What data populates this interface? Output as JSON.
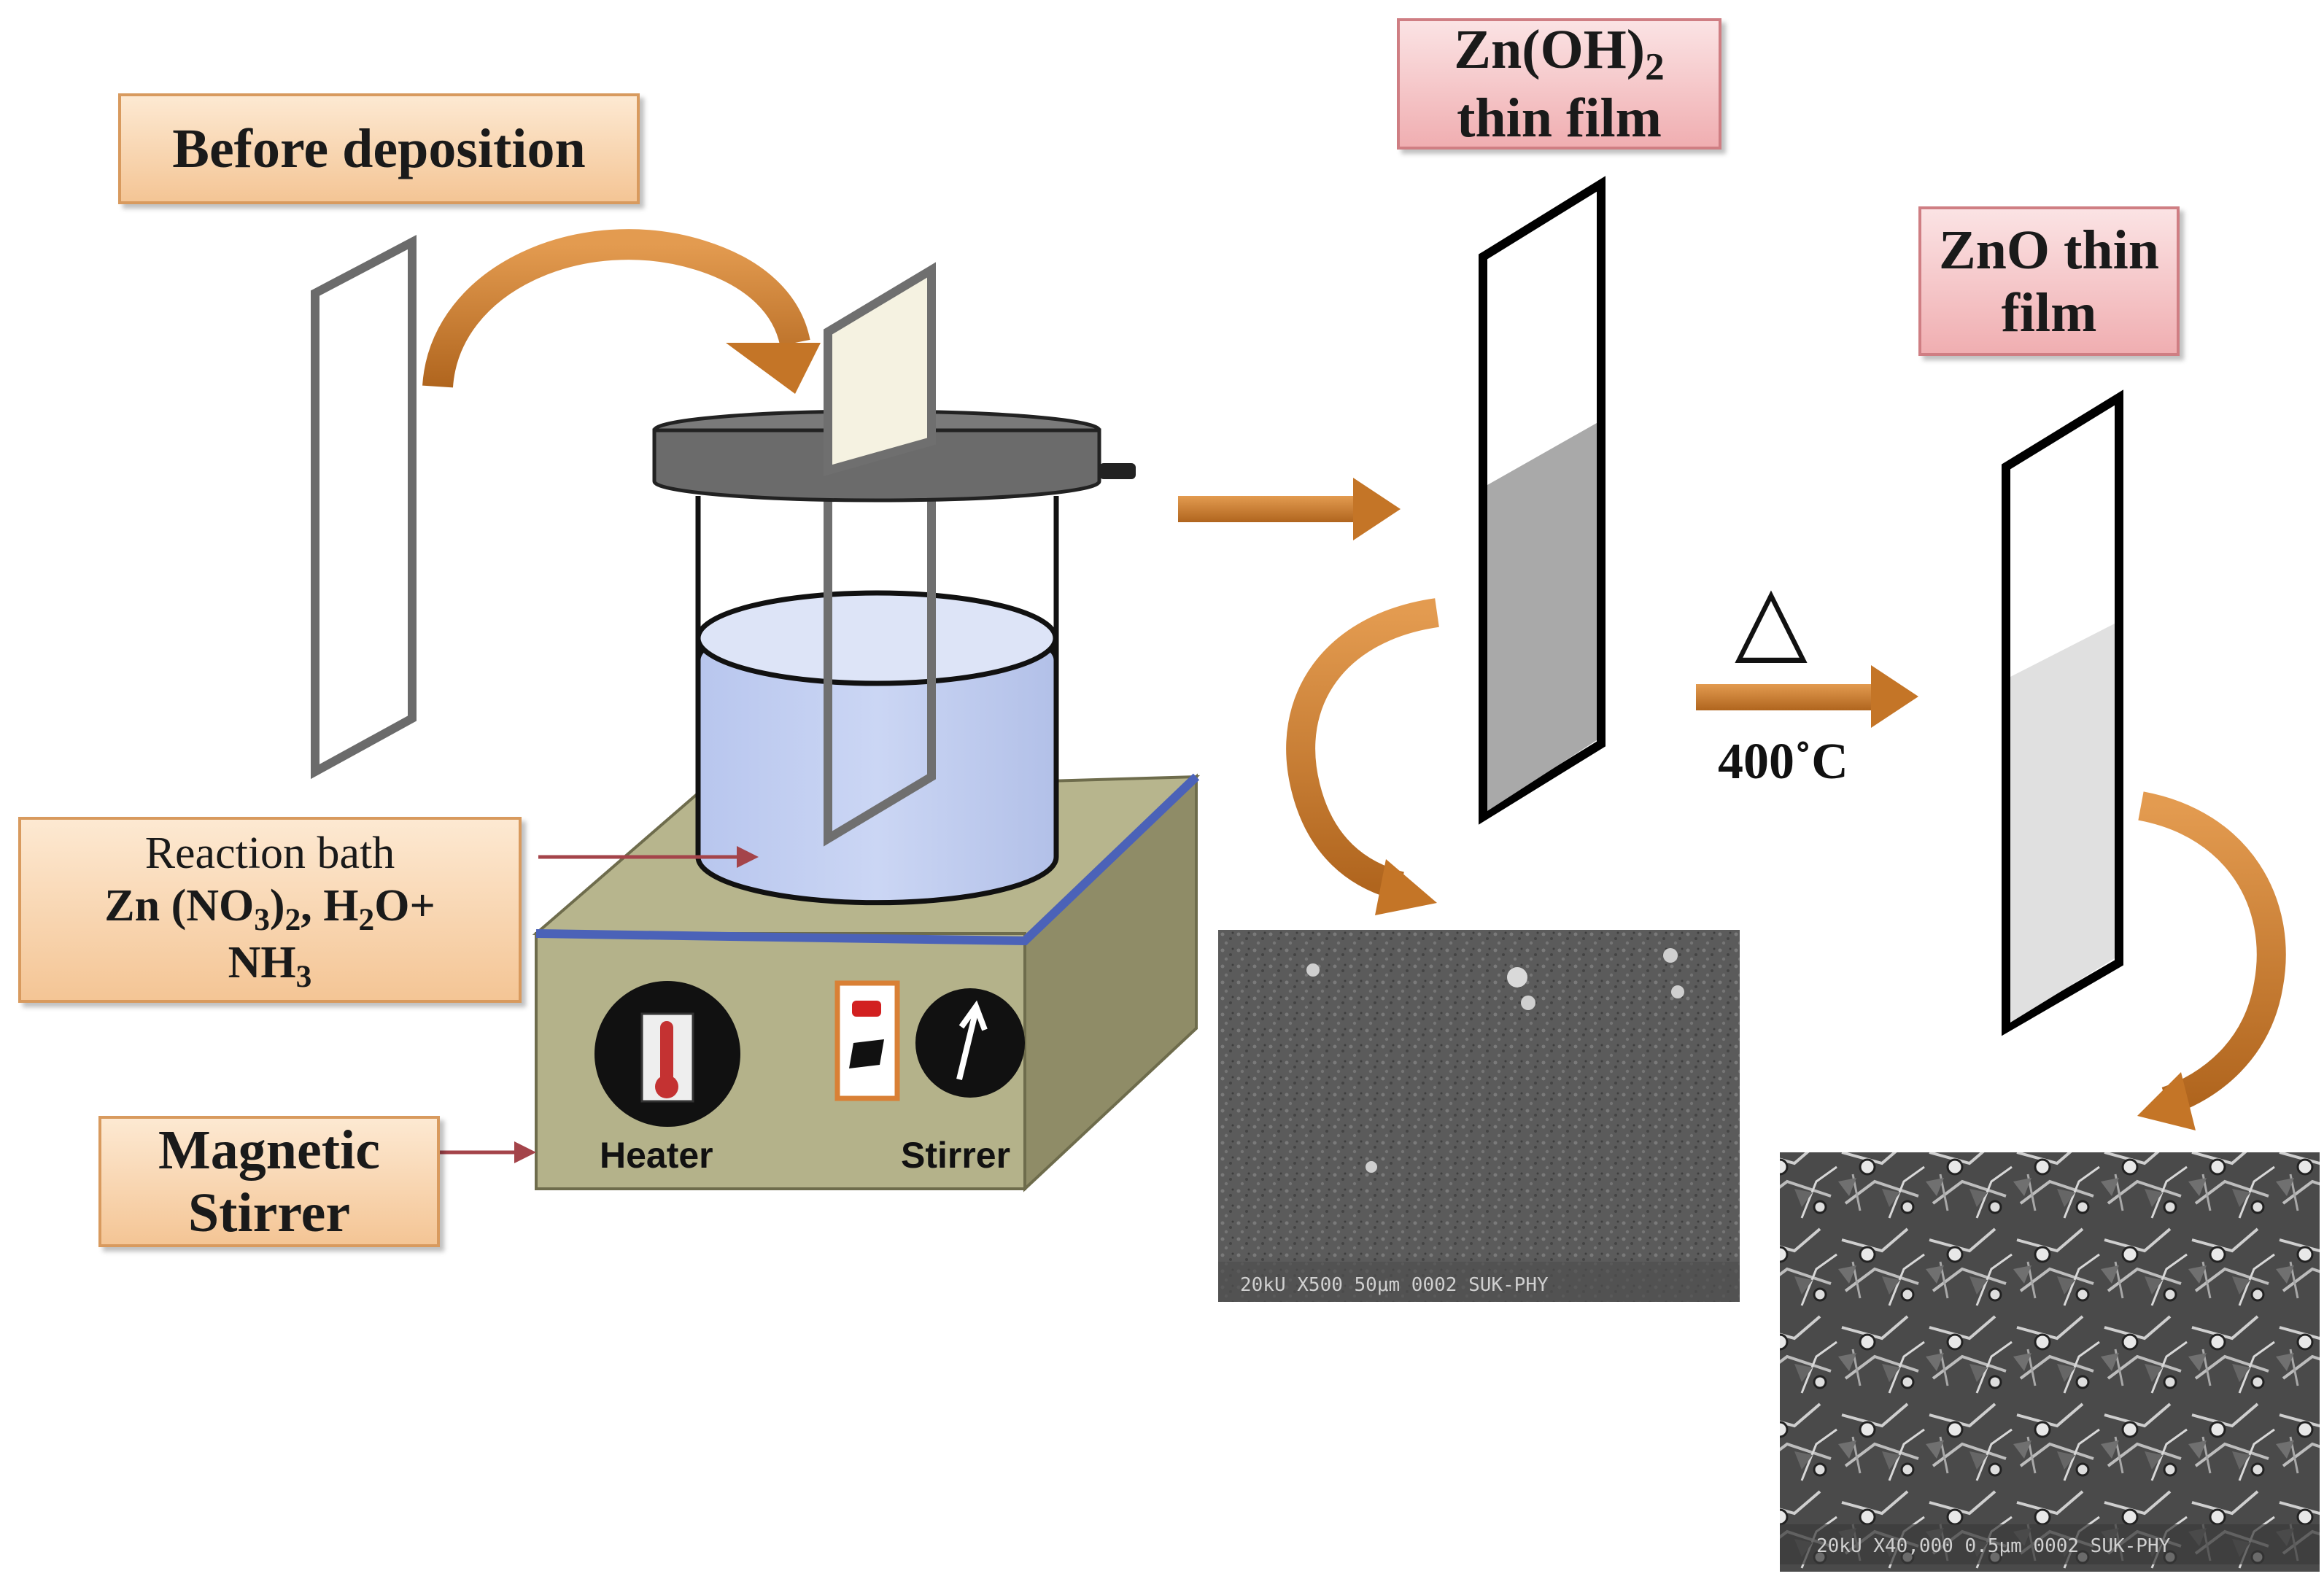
{
  "labels": {
    "before_deposition": "Before deposition",
    "zn_oh2_film_line1_main": "Zn(OH)",
    "zn_oh2_film_line1_sub": "2",
    "zn_oh2_film_line2": "thin film",
    "zno_film_line1": "ZnO thin",
    "zno_film_line2": "film",
    "reaction_bath_line1": "Reaction bath",
    "reaction_bath_line2_a": "Zn",
    "reaction_bath_line2_b": "(NO",
    "reaction_bath_line2_sub1": "3",
    "reaction_bath_line2_c": ")",
    "reaction_bath_line2_sub2": "2",
    "reaction_bath_line2_d": ", H",
    "reaction_bath_line2_sub3": "2",
    "reaction_bath_line2_e": "O+",
    "reaction_bath_line3_main": "NH",
    "reaction_bath_line3_sub": "3",
    "magnetic_line1": "Magnetic",
    "magnetic_line2": "Stirrer",
    "heater": "Heater",
    "stirrer": "Stirrer",
    "temperature": "400˚C",
    "heat_symbol": "△"
  },
  "sem_images": {
    "zn_oh2_caption": "20kU  X500  50μm  0002  SUK-PHY",
    "zno_caption": "20kU  X40,000  0.5μm  0002  SUK-PHY"
  },
  "colors": {
    "arrow": "#c97a2a",
    "peach_fill": "#f4c595",
    "pink_fill": "#f0aeb1",
    "solution": "#c3cff0",
    "stirrer_body": "#b7b58d",
    "stirrer_top_edge": "#4b62b8",
    "pointer": "#a4444a"
  }
}
